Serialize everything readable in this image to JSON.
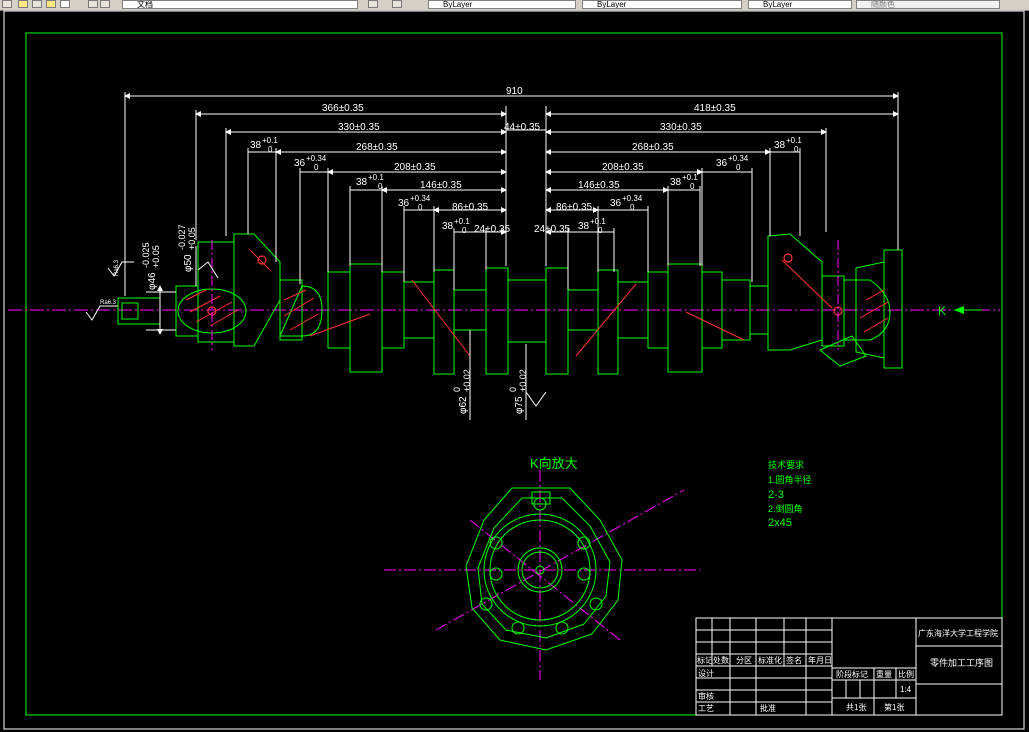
{
  "toolbar": {
    "file_label": "文档",
    "layer_combo": "ByLayer",
    "linetype_combo": "ByLayer",
    "lineweight_combo": "ByLayer",
    "plotstyle_combo": "随颜色"
  },
  "drawing": {
    "dims": {
      "overall": "910",
      "d366": "366±0.35",
      "d418": "418±0.35",
      "d330l": "330±0.35",
      "d44": "44±0.35",
      "d330r": "330±0.35",
      "d38_1": "38",
      "d38_1_tol": "+0.1",
      "d38_1_tol0": "0",
      "d268l": "268±0.35",
      "d268r": "268±0.35",
      "d38_r1": "38",
      "d38_r1_tol": "+0.1",
      "d38_r1_tol0": "0",
      "d36_1": "36",
      "d36_1_tol": "+0.34",
      "d36_1_tol0": "0",
      "d208l": "208±0.35",
      "d208r": "208±0.35",
      "d36_r1": "36",
      "d36_r1_tol": "+0.34",
      "d36_r1_tol0": "0",
      "d38_2": "38",
      "d38_2_tol": "+0.1",
      "d38_2_tol0": "0",
      "d146l": "146±0.35",
      "d146r": "146±0.35",
      "d38_r2": "38",
      "d38_r2_tol": "+0.1",
      "d38_r2_tol0": "0",
      "d36_2": "36",
      "d36_2_tol": "+0.34",
      "d36_2_tol0": "0",
      "d86l": "86±0.35",
      "d86r": "86±0.35",
      "d36_r2": "36",
      "d36_r2_tol": "+0.34",
      "d36_r2_tol0": "0",
      "d38_3": "38",
      "d38_3_tol": "+0.1",
      "d38_3_tol0": "0",
      "d24l": "24±0.35",
      "d24r": "24±0.35",
      "d38_r3": "38",
      "d38_r3_tol": "+0.1",
      "d38_r3_tol0": "0",
      "dia46": "φ46",
      "dia46_tol1": "-0.025",
      "dia46_tol2": "+0.05",
      "dia50": "φ50",
      "dia50_tol1": "-0.027",
      "dia50_tol2": "+0.05",
      "dia62": "φ62",
      "dia62_tol1": "0",
      "dia62_tol2": "+0.02",
      "dia75": "φ75",
      "dia75_tol1": "0",
      "dia75_tol2": "+0.02",
      "rough1": "Ra6.3",
      "rough2": "Ra6.3",
      "k_arrow": "K"
    },
    "view_title": "K向放大",
    "notes": {
      "title": "技术要求",
      "line1": "1.圆角半径",
      "line2": "2-3",
      "line3": "2.倒圆角",
      "line4": "2x45"
    },
    "title_block": {
      "school": "广东海洋大学工程学院",
      "drawing_name": "零件加工工序图",
      "h_mark": "标记",
      "h_count": "处数",
      "h_zone": "分区",
      "h_docno": "标准化",
      "h_sign": "签名",
      "h_date": "年月日",
      "h_design": "设计",
      "h_check": "审核",
      "h_process": "工艺",
      "h_approve": "批准",
      "h_stage": "阶段标记",
      "h_weight": "重量",
      "h_scale": "比例",
      "scale_value": "1:4",
      "sheets_total": "共1张",
      "sheet_no": "第1张"
    }
  },
  "colors": {
    "background": "#000000",
    "outline": "#00ff00",
    "dimension": "#ffffff",
    "centerline": "#ff00ff",
    "hatch": "#ff3333",
    "note": "#00ff00"
  }
}
